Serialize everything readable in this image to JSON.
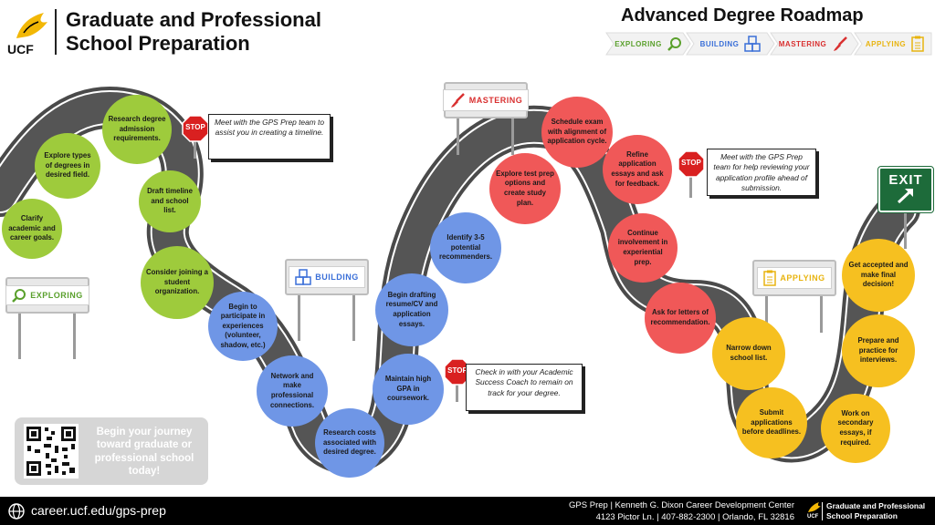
{
  "header": {
    "org": "UCF",
    "title_line1": "Graduate and Professional",
    "title_line2": "School Preparation",
    "roadmap_title": "Advanced Degree Roadmap"
  },
  "phases": [
    {
      "label": "EXPLORING",
      "color": "#5aa02c"
    },
    {
      "label": "BUILDING",
      "color": "#3a6fd8"
    },
    {
      "label": "MASTERING",
      "color": "#d93030"
    },
    {
      "label": "APPLYING",
      "color": "#e8b410"
    }
  ],
  "signs": {
    "exploring": "EXPLORING",
    "building": "BUILDING",
    "mastering": "MASTERING",
    "applying": "APPLYING",
    "exit": "EXIT"
  },
  "stop_label": "STOP",
  "steps": {
    "exploring": [
      "Clarify academic and career goals.",
      "Explore types of degrees in desired field.",
      "Research degree admission requirements.",
      "Draft timeline and school list.",
      "Consider joining a student organization."
    ],
    "building": [
      "Begin to participate in experiences (volunteer, shadow, etc.)",
      "Network and make professional connections.",
      "Research costs associated with desired degree.",
      "Maintain high GPA in coursework.",
      "Begin drafting resume/CV and application essays.",
      "Identify 3-5 potential recommenders."
    ],
    "mastering": [
      "Explore test prep options and create study plan.",
      "Schedule exam with alignment of application cycle.",
      "Refine application essays and ask for feedback.",
      "Continue involvement in experiential prep.",
      "Ask for letters of recommendation."
    ],
    "applying": [
      "Narrow down school list.",
      "Submit applications before deadlines.",
      "Work on secondary essays, if required.",
      "Prepare and practice for interviews.",
      "Get accepted and make final decision!"
    ]
  },
  "notes": {
    "n1": "Meet with the GPS Prep team to assist you in creating a timeline.",
    "n2": "Check in with your Academic Success Coach to remain on track for your degree.",
    "n3": "Meet with the GPS Prep team for help reviewing your application profile ahead of submission."
  },
  "qr_cta": "Begin your journey toward graduate or professional school today!",
  "footer": {
    "url": "career.ucf.edu/gps-prep",
    "line1": "GPS Prep | Kenneth G. Dixon Career Development Center",
    "line2": "4123 Pictor Ln. | 407-882-2300 | Orlando, FL 32816",
    "logo_line1": "Graduate and Professional",
    "logo_line2": "School Preparation",
    "org": "UCF"
  }
}
